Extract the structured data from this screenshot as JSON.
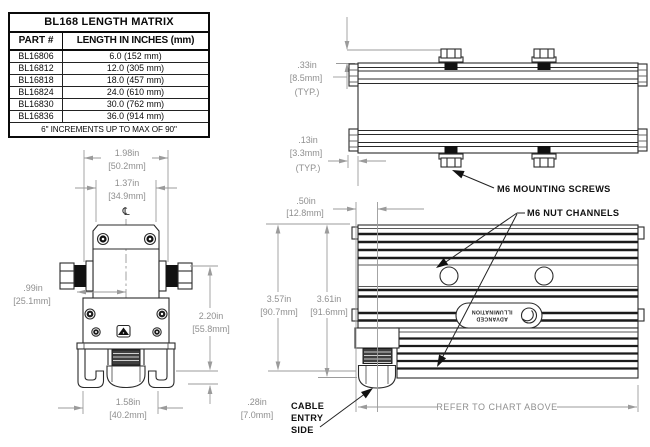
{
  "length_matrix": {
    "title": "BL168 LENGTH MATRIX",
    "col_part": "PART #",
    "col_length": "LENGTH IN INCHES (mm)",
    "rows": [
      {
        "part": "BL16806",
        "length": "6.0 (152 mm)"
      },
      {
        "part": "BL16812",
        "length": "12.0 (305 mm)"
      },
      {
        "part": "BL16818",
        "length": "18.0 (457 mm)"
      },
      {
        "part": "BL16824",
        "length": "24.0 (610 mm)"
      },
      {
        "part": "BL16830",
        "length": "30.0 (762 mm)"
      },
      {
        "part": "BL16836",
        "length": "36.0 (914 mm)"
      }
    ],
    "footer": "6\" INCREMENTS UP TO MAX OF 90\""
  },
  "top_view": {
    "dim_screw_height": {
      "in": ".33in",
      "mm": "[8.5mm]",
      "typ": "(TYP.)"
    },
    "dim_endcap": {
      "in": ".13in",
      "mm": "[3.3mm]",
      "typ": "(TYP.)"
    },
    "mounting_screws_label": "M6 MOUNTING SCREWS"
  },
  "end_view": {
    "centerline_symbol": "℄",
    "dim_width_outer": {
      "in": "1.98in",
      "mm": "[50.2mm]"
    },
    "dim_width_top": {
      "in": "1.37in",
      "mm": "[34.9mm]"
    },
    "dim_center_to_face": {
      "in": ".99in",
      "mm": "[25.1mm]"
    },
    "dim_height": {
      "in": "2.20in",
      "mm": "[55.8mm]"
    },
    "dim_channel_width": {
      "in": "1.58in",
      "mm": "[40.2mm]"
    },
    "dim_gland_clearance": {
      "in": ".28in",
      "mm": "[7.0mm]"
    }
  },
  "side_view": {
    "dim_cable_offset": {
      "in": ".50in",
      "mm": "[12.8mm]"
    },
    "dim_body_height": {
      "in": "3.57in",
      "mm": "[90.7mm]"
    },
    "dim_total_height": {
      "in": "3.61in",
      "mm": "[91.6mm]"
    },
    "nut_channels_label": "M6 NUT CHANNELS",
    "cable_entry_lines": [
      "CABLE",
      "ENTRY",
      "SIDE"
    ],
    "refer_label": "REFER TO CHART ABOVE",
    "logo_line1": "ADVANCED",
    "logo_line2": "ILLUMINATION"
  }
}
